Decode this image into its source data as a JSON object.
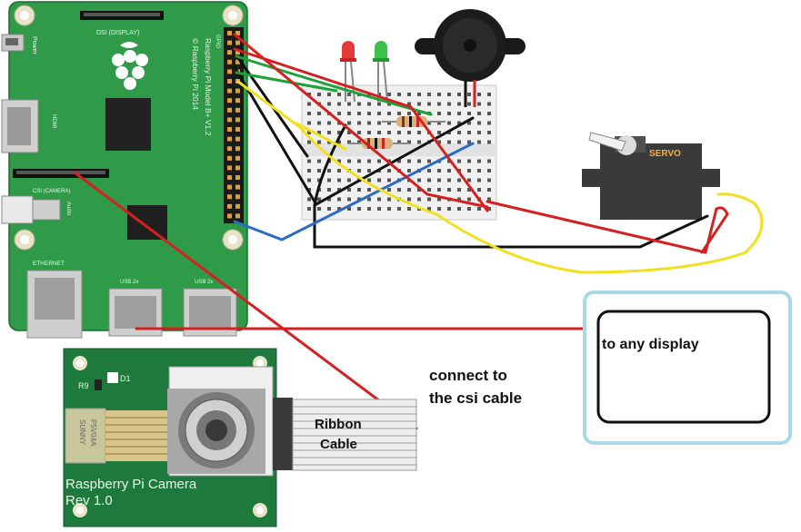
{
  "pi_board": {
    "model_text": "Raspberry Pi Model B+ V1.2",
    "copyright_text": "© Raspberry Pi 2014",
    "gpio_label": "GPIO",
    "dsi_label": "DSI (DISPLAY)",
    "csi_label": "CSI (CAMERA)",
    "hdmi_label": "HDMI",
    "power_label": "Power",
    "audio_label": "Audio",
    "ethernet_label": "ETHERNET",
    "usb_left_label": "USB 2x",
    "usb_right_label": "USB 2x"
  },
  "camera_board": {
    "title_line1": "Raspberry Pi Camera",
    "title_line2": "Rev 1.0",
    "r9_label": "R9",
    "d1_label": "D1",
    "chip_text_1": "P5V04A",
    "chip_text_2": "SUNNY"
  },
  "servo": {
    "label": "SERVO"
  },
  "annotations": {
    "ribbon_line1": "Ribbon",
    "ribbon_line2": "Cable",
    "connect_line1": "connect to",
    "connect_line2": "the csi cable",
    "display_text": "to any display"
  },
  "colors": {
    "pcb_green": "#2e9a47",
    "wire_red": "#d42020",
    "wire_yellow": "#f0e020",
    "wire_blue": "#2a6cc4",
    "wire_black": "#111111",
    "wire_green": "#1fa13a",
    "display_frame": "#a9d8e8"
  }
}
